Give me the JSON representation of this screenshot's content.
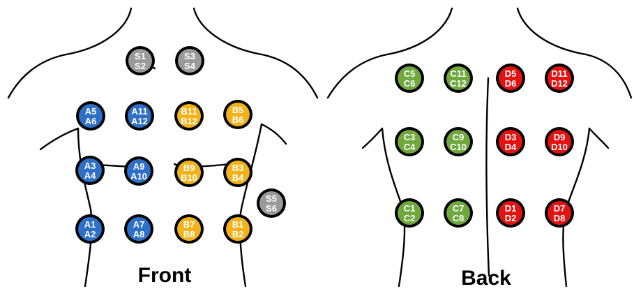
{
  "views": {
    "front_title": "Front",
    "back_title": "Back"
  },
  "colors": {
    "outline": "#000000",
    "label_text": "#ffffff",
    "group_A": "#2e6fc7",
    "group_B": "#f2b21a",
    "group_C": "#6fa83d",
    "group_D": "#e51212",
    "group_S": "#9a9a9a"
  },
  "electrodes": [
    {
      "group": "S",
      "top": "S1",
      "bottom": "S2"
    },
    {
      "group": "S",
      "top": "S3",
      "bottom": "S4"
    },
    {
      "group": "A",
      "top": "A5",
      "bottom": "A6"
    },
    {
      "group": "A",
      "top": "A11",
      "bottom": "A12"
    },
    {
      "group": "B",
      "top": "B11",
      "bottom": "B12"
    },
    {
      "group": "B",
      "top": "B5",
      "bottom": "B6"
    },
    {
      "group": "A",
      "top": "A3",
      "bottom": "A4"
    },
    {
      "group": "A",
      "top": "A9",
      "bottom": "A10"
    },
    {
      "group": "B",
      "top": "B9",
      "bottom": "B10"
    },
    {
      "group": "B",
      "top": "B3",
      "bottom": "B4"
    },
    {
      "group": "S",
      "top": "S5",
      "bottom": "S6"
    },
    {
      "group": "A",
      "top": "A1",
      "bottom": "A2"
    },
    {
      "group": "A",
      "top": "A7",
      "bottom": "A8"
    },
    {
      "group": "B",
      "top": "B7",
      "bottom": "B8"
    },
    {
      "group": "B",
      "top": "B1",
      "bottom": "B2"
    },
    {
      "group": "C",
      "top": "C5",
      "bottom": "C6"
    },
    {
      "group": "C",
      "top": "C11",
      "bottom": "C12"
    },
    {
      "group": "D",
      "top": "D5",
      "bottom": "D6"
    },
    {
      "group": "D",
      "top": "D11",
      "bottom": "D12"
    },
    {
      "group": "C",
      "top": "C3",
      "bottom": "C4"
    },
    {
      "group": "C",
      "top": "C9",
      "bottom": "C10"
    },
    {
      "group": "D",
      "top": "D3",
      "bottom": "D4"
    },
    {
      "group": "D",
      "top": "D9",
      "bottom": "D10"
    },
    {
      "group": "C",
      "top": "C1",
      "bottom": "C2"
    },
    {
      "group": "C",
      "top": "C7",
      "bottom": "C8"
    },
    {
      "group": "D",
      "top": "D1",
      "bottom": "D2"
    },
    {
      "group": "D",
      "top": "D7",
      "bottom": "D8"
    }
  ]
}
